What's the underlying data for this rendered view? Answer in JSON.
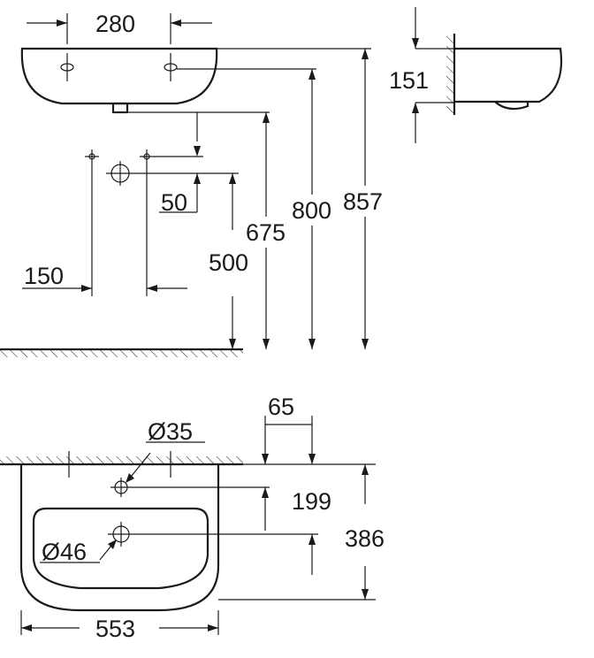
{
  "top_view": {
    "width_holes": "280",
    "wall_depth": "151",
    "outlet_offset": "50",
    "tap_spacing": "150",
    "height_500": "500",
    "height_675": "675",
    "height_800": "800",
    "height_857": "857"
  },
  "plan_view": {
    "side_offset": "65",
    "tap_hole_dia": "Ø35",
    "tap_distance": "199",
    "basin_depth": "386",
    "drain_dia": "Ø46",
    "basin_width": "553"
  },
  "colors": {
    "line": "#1a1a1a",
    "background": "#ffffff"
  }
}
